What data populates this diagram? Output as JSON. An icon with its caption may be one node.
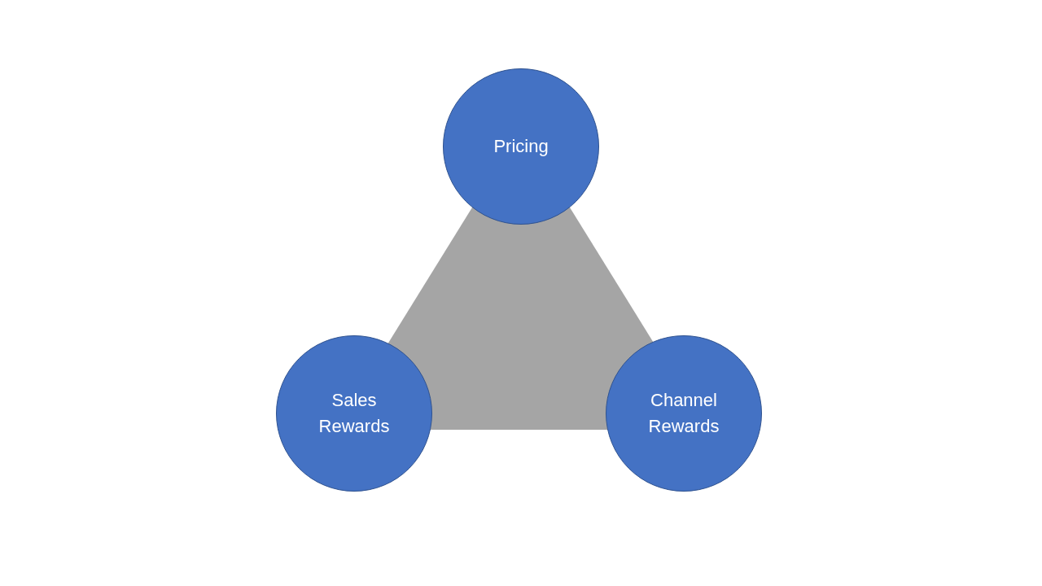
{
  "diagram": {
    "nodes": [
      {
        "text": [
          "Pricing"
        ]
      },
      {
        "text": [
          "Sales Rewards"
        ]
      },
      {
        "text": [
          "Channel Rewards"
        ]
      }
    ]
  }
}
